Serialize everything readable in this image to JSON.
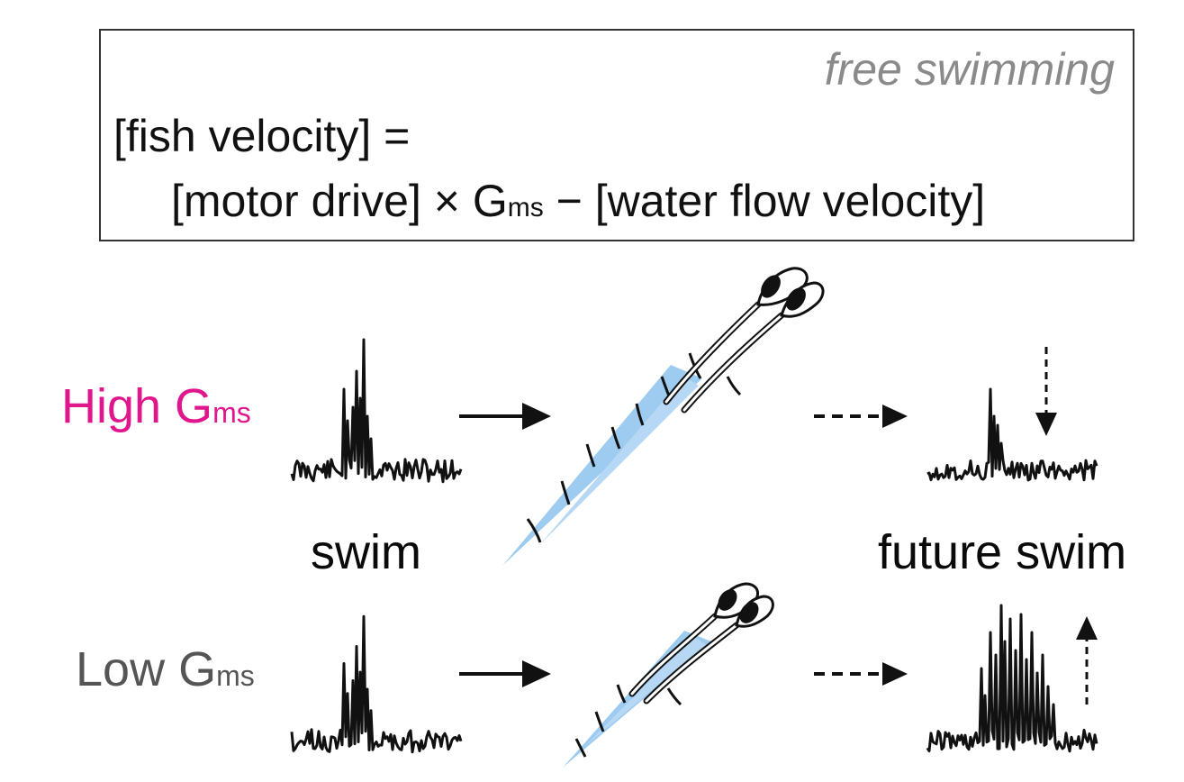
{
  "box": {
    "context": "free swimming",
    "eq_line1": "[fish velocity] =",
    "eq_line2_a": "[motor drive] × G",
    "eq_line2_sub": "ms",
    "eq_line2_b": " − [water flow velocity]"
  },
  "conditions": {
    "high": {
      "label": "High G",
      "sub": "ms",
      "color": "#e0168c"
    },
    "low": {
      "label": "Low G",
      "sub": "ms",
      "color": "#555555"
    }
  },
  "labels": {
    "swim": "swim",
    "future_swim": "future swim"
  },
  "colors": {
    "ink": "#111111",
    "water_flow": "#9ecbf0"
  },
  "icons": [
    "swim-trace-icon",
    "arrow-right-icon",
    "dashed-arrow-right-icon",
    "larval-fish-icon",
    "arrow-down-icon",
    "arrow-up-icon"
  ]
}
